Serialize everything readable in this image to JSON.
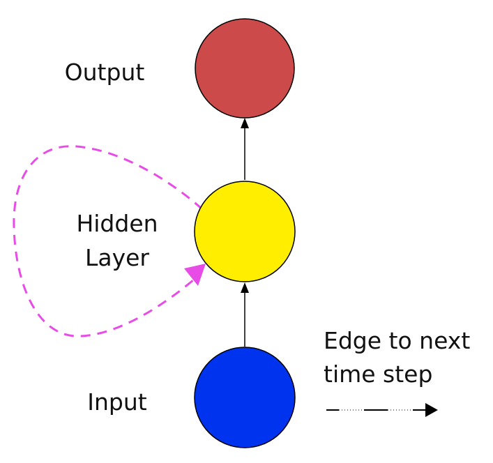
{
  "nodes": {
    "output": {
      "label": "Output",
      "color": "#cc4a4a"
    },
    "hidden": {
      "label_line1": "Hidden",
      "label_line2": "Layer",
      "color": "#ffee00"
    },
    "input": {
      "label": "Input",
      "color": "#0033ee"
    }
  },
  "legend": {
    "line1": "Edge to next",
    "line2": "time step"
  },
  "colors": {
    "recurrent_edge": "#e84ce6",
    "edge": "#000000"
  }
}
